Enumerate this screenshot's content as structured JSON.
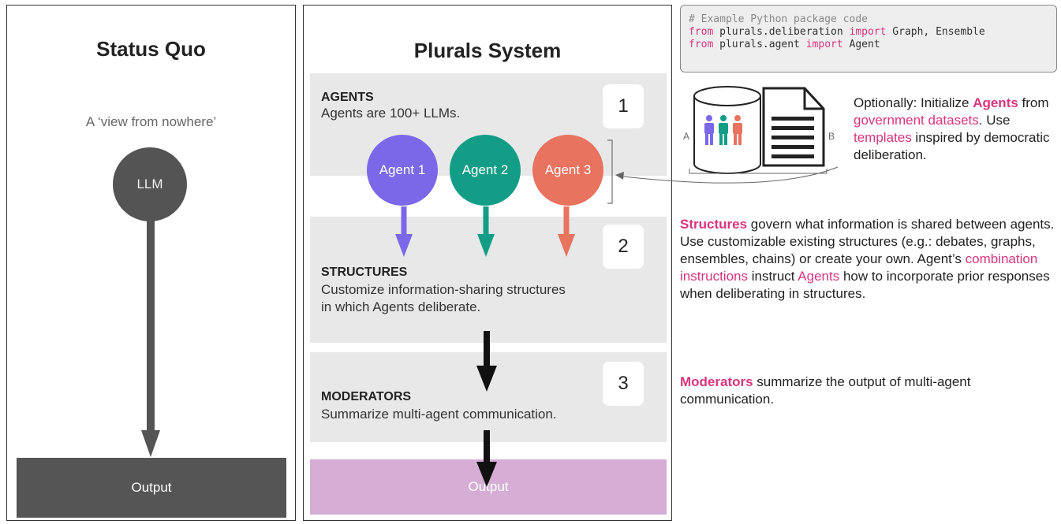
{
  "status_quo": {
    "title": "Status Quo",
    "subtitle": "A ‘view from nowhere’",
    "llm_label": "LLM",
    "output_label": "Output"
  },
  "plurals": {
    "title": "Plurals System",
    "agents": {
      "heading": "AGENTS",
      "desc": "Agents are 100+ LLMs.",
      "number": "1",
      "items": [
        "Agent 1",
        "Agent 2",
        "Agent 3"
      ]
    },
    "structures": {
      "heading": "STRUCTURES",
      "desc_line1": "Customize information-sharing structures",
      "desc_line2": "in which Agents deliberate.",
      "number": "2"
    },
    "moderators": {
      "heading": "MODERATORS",
      "desc": "Summarize multi-agent communication.",
      "number": "3"
    },
    "output_label": "Output"
  },
  "code": {
    "comment": "# Example Python package code",
    "line2": [
      "from",
      " plurals.deliberation ",
      "import",
      " Graph, Ensemble"
    ],
    "line3": [
      "from",
      " plurals.agent ",
      "import",
      " Agent"
    ]
  },
  "dataset_icon": {
    "label_a": "A",
    "label_b": "B"
  },
  "explanations": {
    "agents": [
      "Optionally: Initialize ",
      "Agents",
      " from ",
      "government datasets",
      ". Use ",
      "templates",
      " inspired by democratic deliberation."
    ],
    "structures": [
      "Structures",
      " govern what information is shared between agents. Use customizable existing structures (e.g.: debates, graphs, ensembles, chains) or create your own. Agent’s ",
      "combination instructions",
      " instruct ",
      "Agents",
      " how to incorporate prior responses when deliberating in structures."
    ],
    "moderators": [
      "Moderators",
      " summarize the output of multi-agent communication."
    ]
  },
  "colors": {
    "agent1": "#7b68e8",
    "agent2": "#139d86",
    "agent3": "#e8735f",
    "highlight": "#d8357f",
    "plural_output": "#d5add5",
    "status_output": "#555555"
  }
}
